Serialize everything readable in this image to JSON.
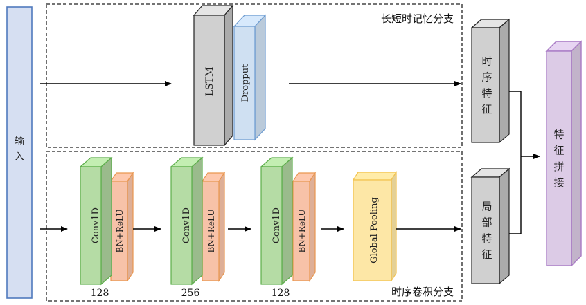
{
  "input": {
    "label": "输入"
  },
  "lstm_branch": {
    "title": "长短时记忆分支",
    "lstm_label": "LSTM",
    "dropout_label": "Dropput",
    "feature_label": "时序特征"
  },
  "conv_branch": {
    "title": "时序卷积分支",
    "blocks": [
      {
        "conv_label": "Conv1D",
        "bn_label": "BN+ReLU",
        "filters": "128"
      },
      {
        "conv_label": "Conv1D",
        "bn_label": "BN+ReLU",
        "filters": "256"
      },
      {
        "conv_label": "Conv1D",
        "bn_label": "BN+ReLU",
        "filters": "128"
      }
    ],
    "pooling_label": "Global Pooling",
    "feature_label": "局部特征"
  },
  "concat": {
    "label": "特征拼接"
  },
  "colors": {
    "input_fill": "#d6dff2",
    "input_stroke": "#4f79bd",
    "gray_fill": "#d0d0d0",
    "dropout_fill": "#cfe0f2",
    "dropout_stroke": "#6b9ad0",
    "conv_fill": "#b5dca5",
    "conv_stroke": "#5cad4a",
    "bn_fill": "#f7c2a8",
    "bn_stroke": "#e9964f",
    "pool_fill": "#fde7a6",
    "pool_stroke": "#f2c24e",
    "concat_fill": "#dccbe6",
    "concat_stroke": "#a97bc5"
  }
}
